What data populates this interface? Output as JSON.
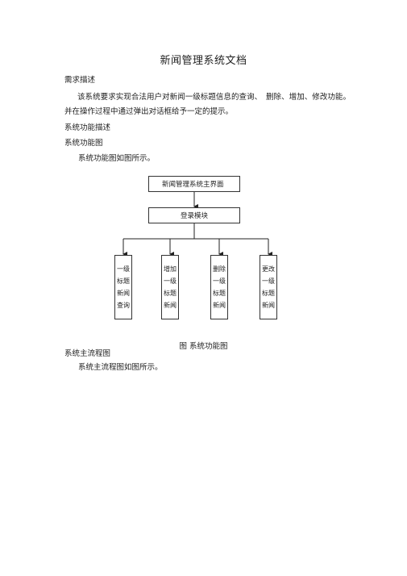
{
  "document": {
    "title": "新闻管理系统文档",
    "section_requirements": "需求描述",
    "requirements_text": "该系统要求实现合法用户对新闻一级标题信息的查询、　删除、增加、修改功能。并在操作过程中通过弹出对话框给予一定的提示。",
    "section_function_desc": "系统功能描述",
    "section_function_diagram": "系统功能图",
    "function_diagram_intro": "系统功能图如图所示。",
    "figure_caption": "图 系统功能图",
    "section_main_flow": "系统主流程图",
    "main_flow_intro": "系统主流程图如图所示。"
  },
  "diagram": {
    "top_node": "新闻管理系统主界面",
    "login_node": "登录模块",
    "leaf_nodes": [
      "一级标题新闻查询",
      "增加一级标题新闻",
      "删除一级标题新闻",
      "更改一级标题新闻"
    ]
  }
}
